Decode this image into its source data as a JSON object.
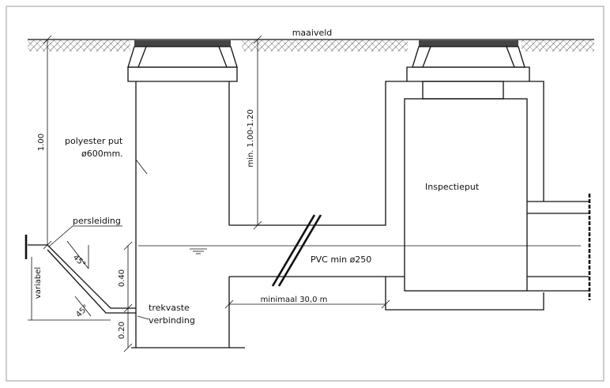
{
  "labels": {
    "ground_level": "maaiveld",
    "tank_type": "polyester put",
    "tank_diameter": "ø600mm.",
    "pressure_pipe": "persleiding",
    "variable": "variabel",
    "angle_top": "45°",
    "angle_bottom": "45°",
    "joint_line1": "trekvaste",
    "joint_line2": "verbinding",
    "inspection_pit": "Inspectieput",
    "pvc_pipe": "PVC min ø250",
    "min_distance": "minimaal 30,0 m",
    "dim_depth": "1.00",
    "dim_min_cover": "min. 1.00-1.20",
    "dim_water": "0.40",
    "dim_bottom": "0.20"
  },
  "colors": {
    "line": "#111111",
    "cover": "#444444",
    "background": "#ffffff",
    "frame": "#9a9a9a"
  }
}
